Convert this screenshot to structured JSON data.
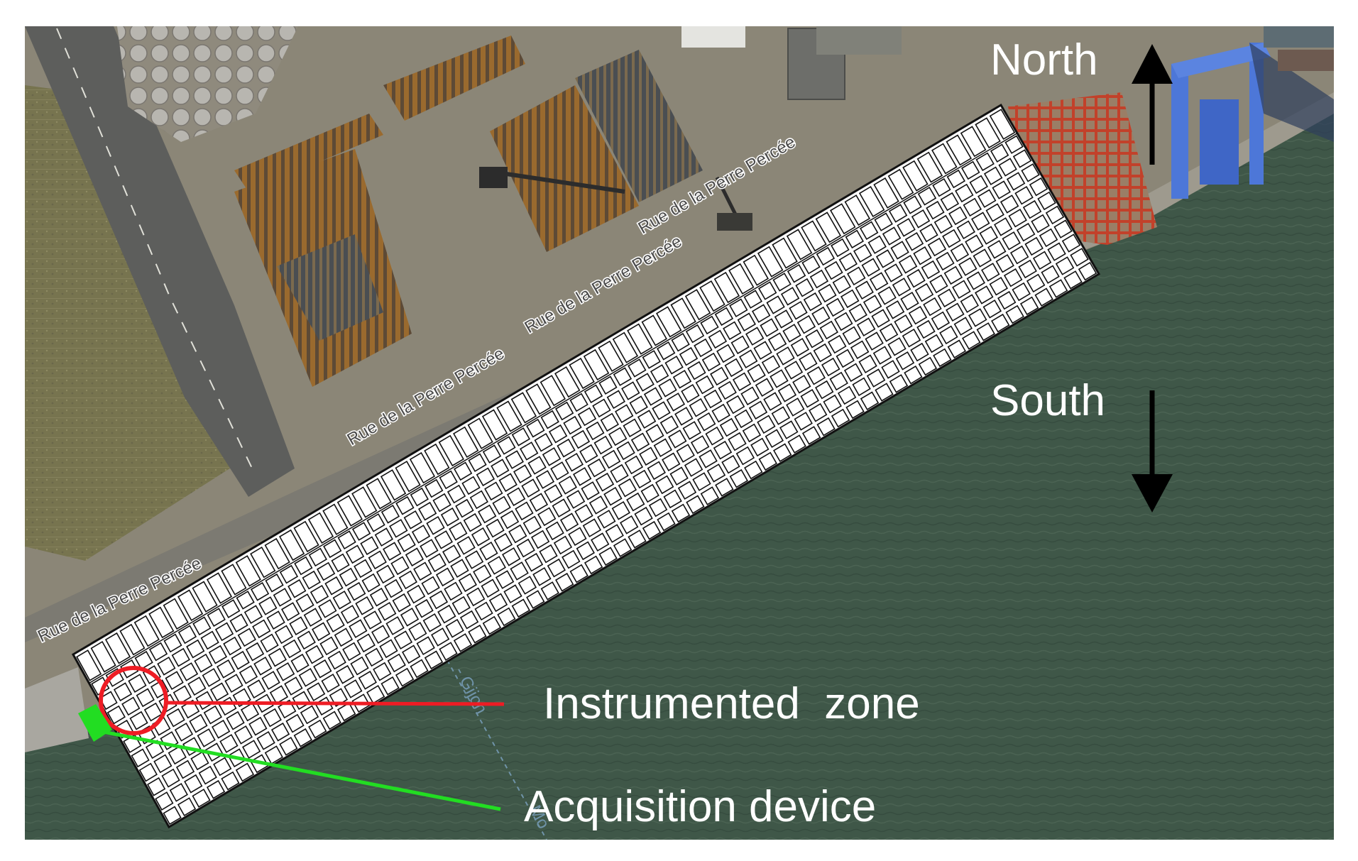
{
  "compass": {
    "north_label": "North",
    "south_label": "South"
  },
  "annotations": {
    "instrumented_zone_label": "Instrumented  zone",
    "acquisition_device_label": "Acquisition device"
  },
  "map": {
    "street_labels": [
      "Rue de la Perre Percée",
      "Rue de la Perre Percée",
      "Rue de la Perre Percée",
      "Rue de la Perre Percée"
    ],
    "water_label": "- Gijon",
    "water_label_2": "Mo"
  },
  "grid": {
    "rows": 12,
    "columns": 64,
    "outer_band_rows": 2
  },
  "colors": {
    "water": "#3f5748",
    "land": "#8b8677",
    "grid_fill": "#ffffff",
    "grid_line": "#111111",
    "instrumented_marker": "#ee1c24",
    "acquisition_marker": "#22dd22",
    "label_text": "#ffffff",
    "arrow": "#000000"
  }
}
